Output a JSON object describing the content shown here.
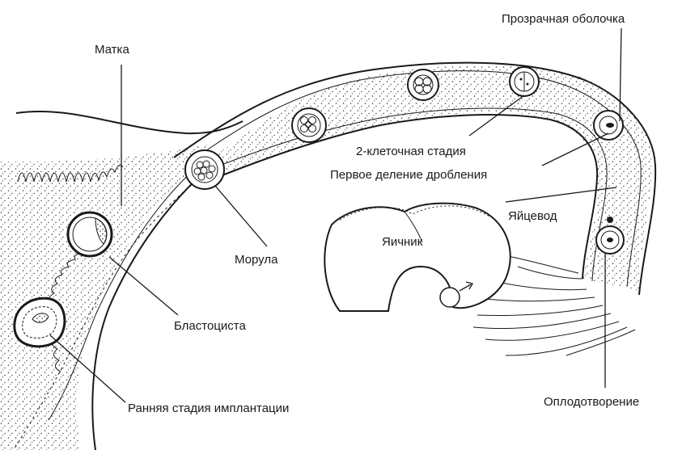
{
  "labels": {
    "zona": "Прозрачная оболочка",
    "uterus": "Матка",
    "two_cell": "2-клеточная стадия",
    "first_cleavage": "Первое деление дробления",
    "oviduct": "Яйцевод",
    "ovary": "Яичник",
    "morula": "Морула",
    "blastocyst": "Бластоциста",
    "fertilization": "Оплодотворение",
    "early_implantation": "Ранняя стадия имплантации"
  },
  "colors": {
    "ink": "#1a1a1a",
    "stipple": "#3a3a3a",
    "background": "#ffffff"
  }
}
